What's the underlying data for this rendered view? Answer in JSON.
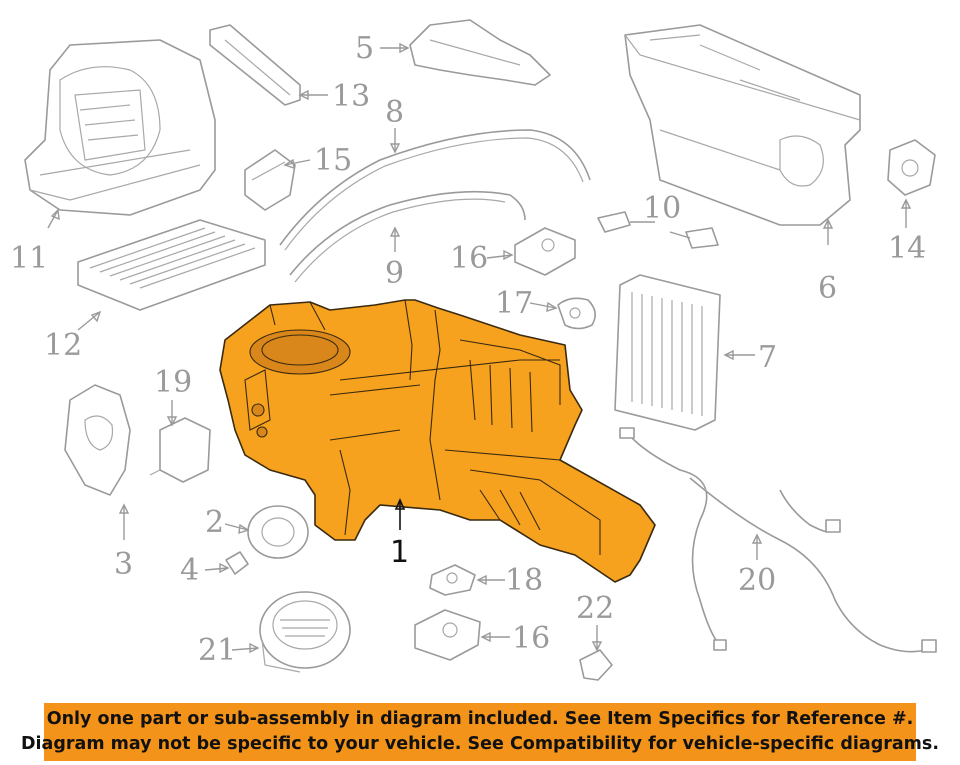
{
  "banner": {
    "line1": "Only one part or sub-assembly in diagram included. See Item Specifics for Reference #.",
    "line2": "Diagram may not be specific to your vehicle. See Compatibility for vehicle-specific diagrams."
  },
  "callouts": {
    "c1": "1",
    "c2": "2",
    "c3": "3",
    "c4": "4",
    "c5": "5",
    "c6": "6",
    "c7": "7",
    "c8": "8",
    "c9": "9",
    "c10": "10",
    "c11": "11",
    "c12": "12",
    "c13": "13",
    "c14": "14",
    "c15": "15",
    "c16a": "16",
    "c16b": "16",
    "c17": "17",
    "c18": "18",
    "c19": "19",
    "c20": "20",
    "c21": "21",
    "c22": "22"
  },
  "colors": {
    "highlight": "#f7a21e",
    "banner": "#f39319",
    "line_art": "#9a9a9a"
  }
}
